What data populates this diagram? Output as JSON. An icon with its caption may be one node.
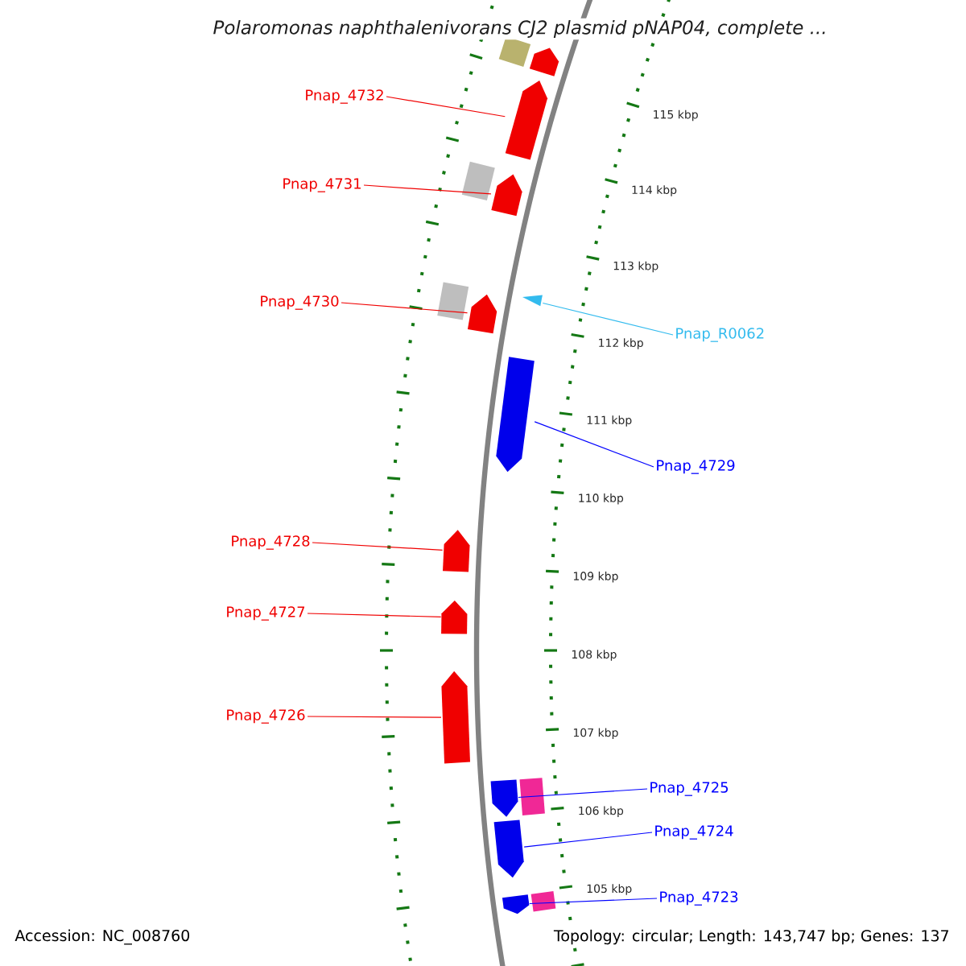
{
  "diagram": {
    "title": "*Polaromonas naphthalenivorans CJ2 plasmid pNAP04, complete ...*",
    "nodes": [
      {
        "text": [
          "Pnap_4732"
        ]
      },
      {
        "text": [
          "Pnap_4731"
        ]
      },
      {
        "text": [
          "Pnap_4730"
        ]
      },
      {
        "text": [
          "Pnap_R0062"
        ]
      },
      {
        "text": [
          "Pnap_4729"
        ]
      },
      {
        "text": [
          "Pnap_4728"
        ]
      },
      {
        "text": [
          "Pnap_4727"
        ]
      },
      {
        "text": [
          "Pnap_4726"
        ]
      },
      {
        "text": [
          "Pnap_4725"
        ]
      },
      {
        "text": [
          "Pnap_4724"
        ]
      },
      {
        "text": [
          "Pnap_4723"
        ]
      },
      {
        "text": [],
        "shape": "box"
      },
      {
        "text": [],
        "shape": "pentagon"
      },
      {
        "text": [],
        "shape": "pentagon"
      },
      {
        "text": [],
        "shape": "box"
      },
      {
        "text": [],
        "shape": "pentagon"
      },
      {
        "text": [],
        "shape": "box"
      },
      {
        "text": [],
        "shape": "pentagon"
      },
      {
        "text": [],
        "shape": "triangle"
      },
      {
        "text": [],
        "shape": "pentagon"
      },
      {
        "text": [],
        "shape": "pentagon"
      },
      {
        "text": [],
        "shape": "pentagon"
      },
      {
        "text": [],
        "shape": "pentagon"
      },
      {
        "text": [],
        "shape": "pentagon"
      },
      {
        "text": [],
        "shape": "box"
      },
      {
        "text": [],
        "shape": "pentagon"
      },
      {
        "text": [],
        "shape": "pentagon"
      },
      {
        "text": [],
        "shape": "box"
      }
    ],
    "edges": [
      {
        "from": 0,
        "to": 13,
        "arrow": "none"
      },
      {
        "from": 1,
        "to": 15,
        "arrow": "none"
      },
      {
        "from": 2,
        "to": 17,
        "arrow": "none"
      },
      {
        "from": 3,
        "to": 18,
        "arrow": "none",
        "color": "#33bbee"
      },
      {
        "from": 4,
        "to": 19,
        "arrow": "none",
        "color": "#0000ff"
      },
      {
        "from": 5,
        "to": 20,
        "arrow": "none"
      },
      {
        "from": 6,
        "to": 21,
        "arrow": "none"
      },
      {
        "from": 7,
        "to": 22,
        "arrow": "none"
      },
      {
        "from": 8,
        "to": 23,
        "arrow": "none",
        "color": "#0000ff"
      },
      {
        "from": 9,
        "to": 25,
        "arrow": "none",
        "color": "#0000ff"
      },
      {
        "from": 10,
        "to": 26,
        "arrow": "none",
        "color": "#0000ff"
      }
    ],
    "labels": [
      "115 kbp",
      "114 kbp",
      "113 kbp",
      "112 kbp",
      "111 kbp",
      "110 kbp",
      "109 kbp",
      "108 kbp",
      "107 kbp",
      "106 kbp",
      "105 kbp",
      "Accession: NC_008760",
      "Topology: circular; Length: 143,747 bp; Genes: 137"
    ]
  }
}
